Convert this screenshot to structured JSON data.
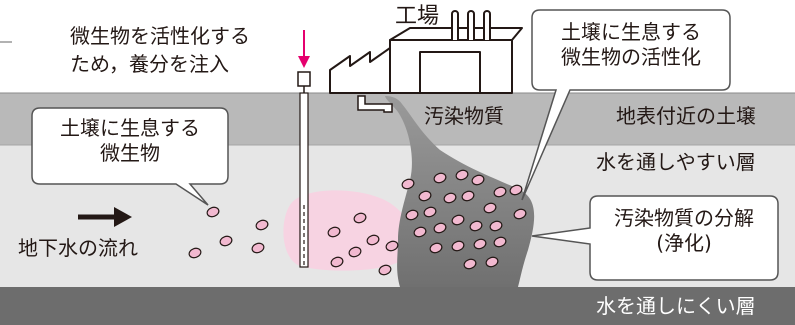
{
  "labels": {
    "factory": "工場",
    "inject_line1": "微生物を活性化する",
    "inject_line2": "ため，養分を注入",
    "contaminant": "汚染物質",
    "groundwater_flow": "地下水の流れ",
    "surface_soil": "地表付近の土壌",
    "permeable_layer": "水を通しやすい層",
    "impermeable_layer": "水を通しにくい層"
  },
  "callouts": {
    "soil_microbes": "土壌に生息する\n微生物",
    "activated_microbes": "土壌に生息する\n微生物の活性化",
    "decomposition": "汚染物質の分解\n(浄化)"
  },
  "colors": {
    "surface_layer": "#b9b9b9",
    "permeable_layer": "#e6e6e6",
    "impermeable_layer": "#6d6d6d",
    "plume": "#8c8c8c",
    "pink_zone": "#f7d3e2",
    "microbe": "#f2b9d0",
    "arrow_injection": "#e5006e"
  }
}
